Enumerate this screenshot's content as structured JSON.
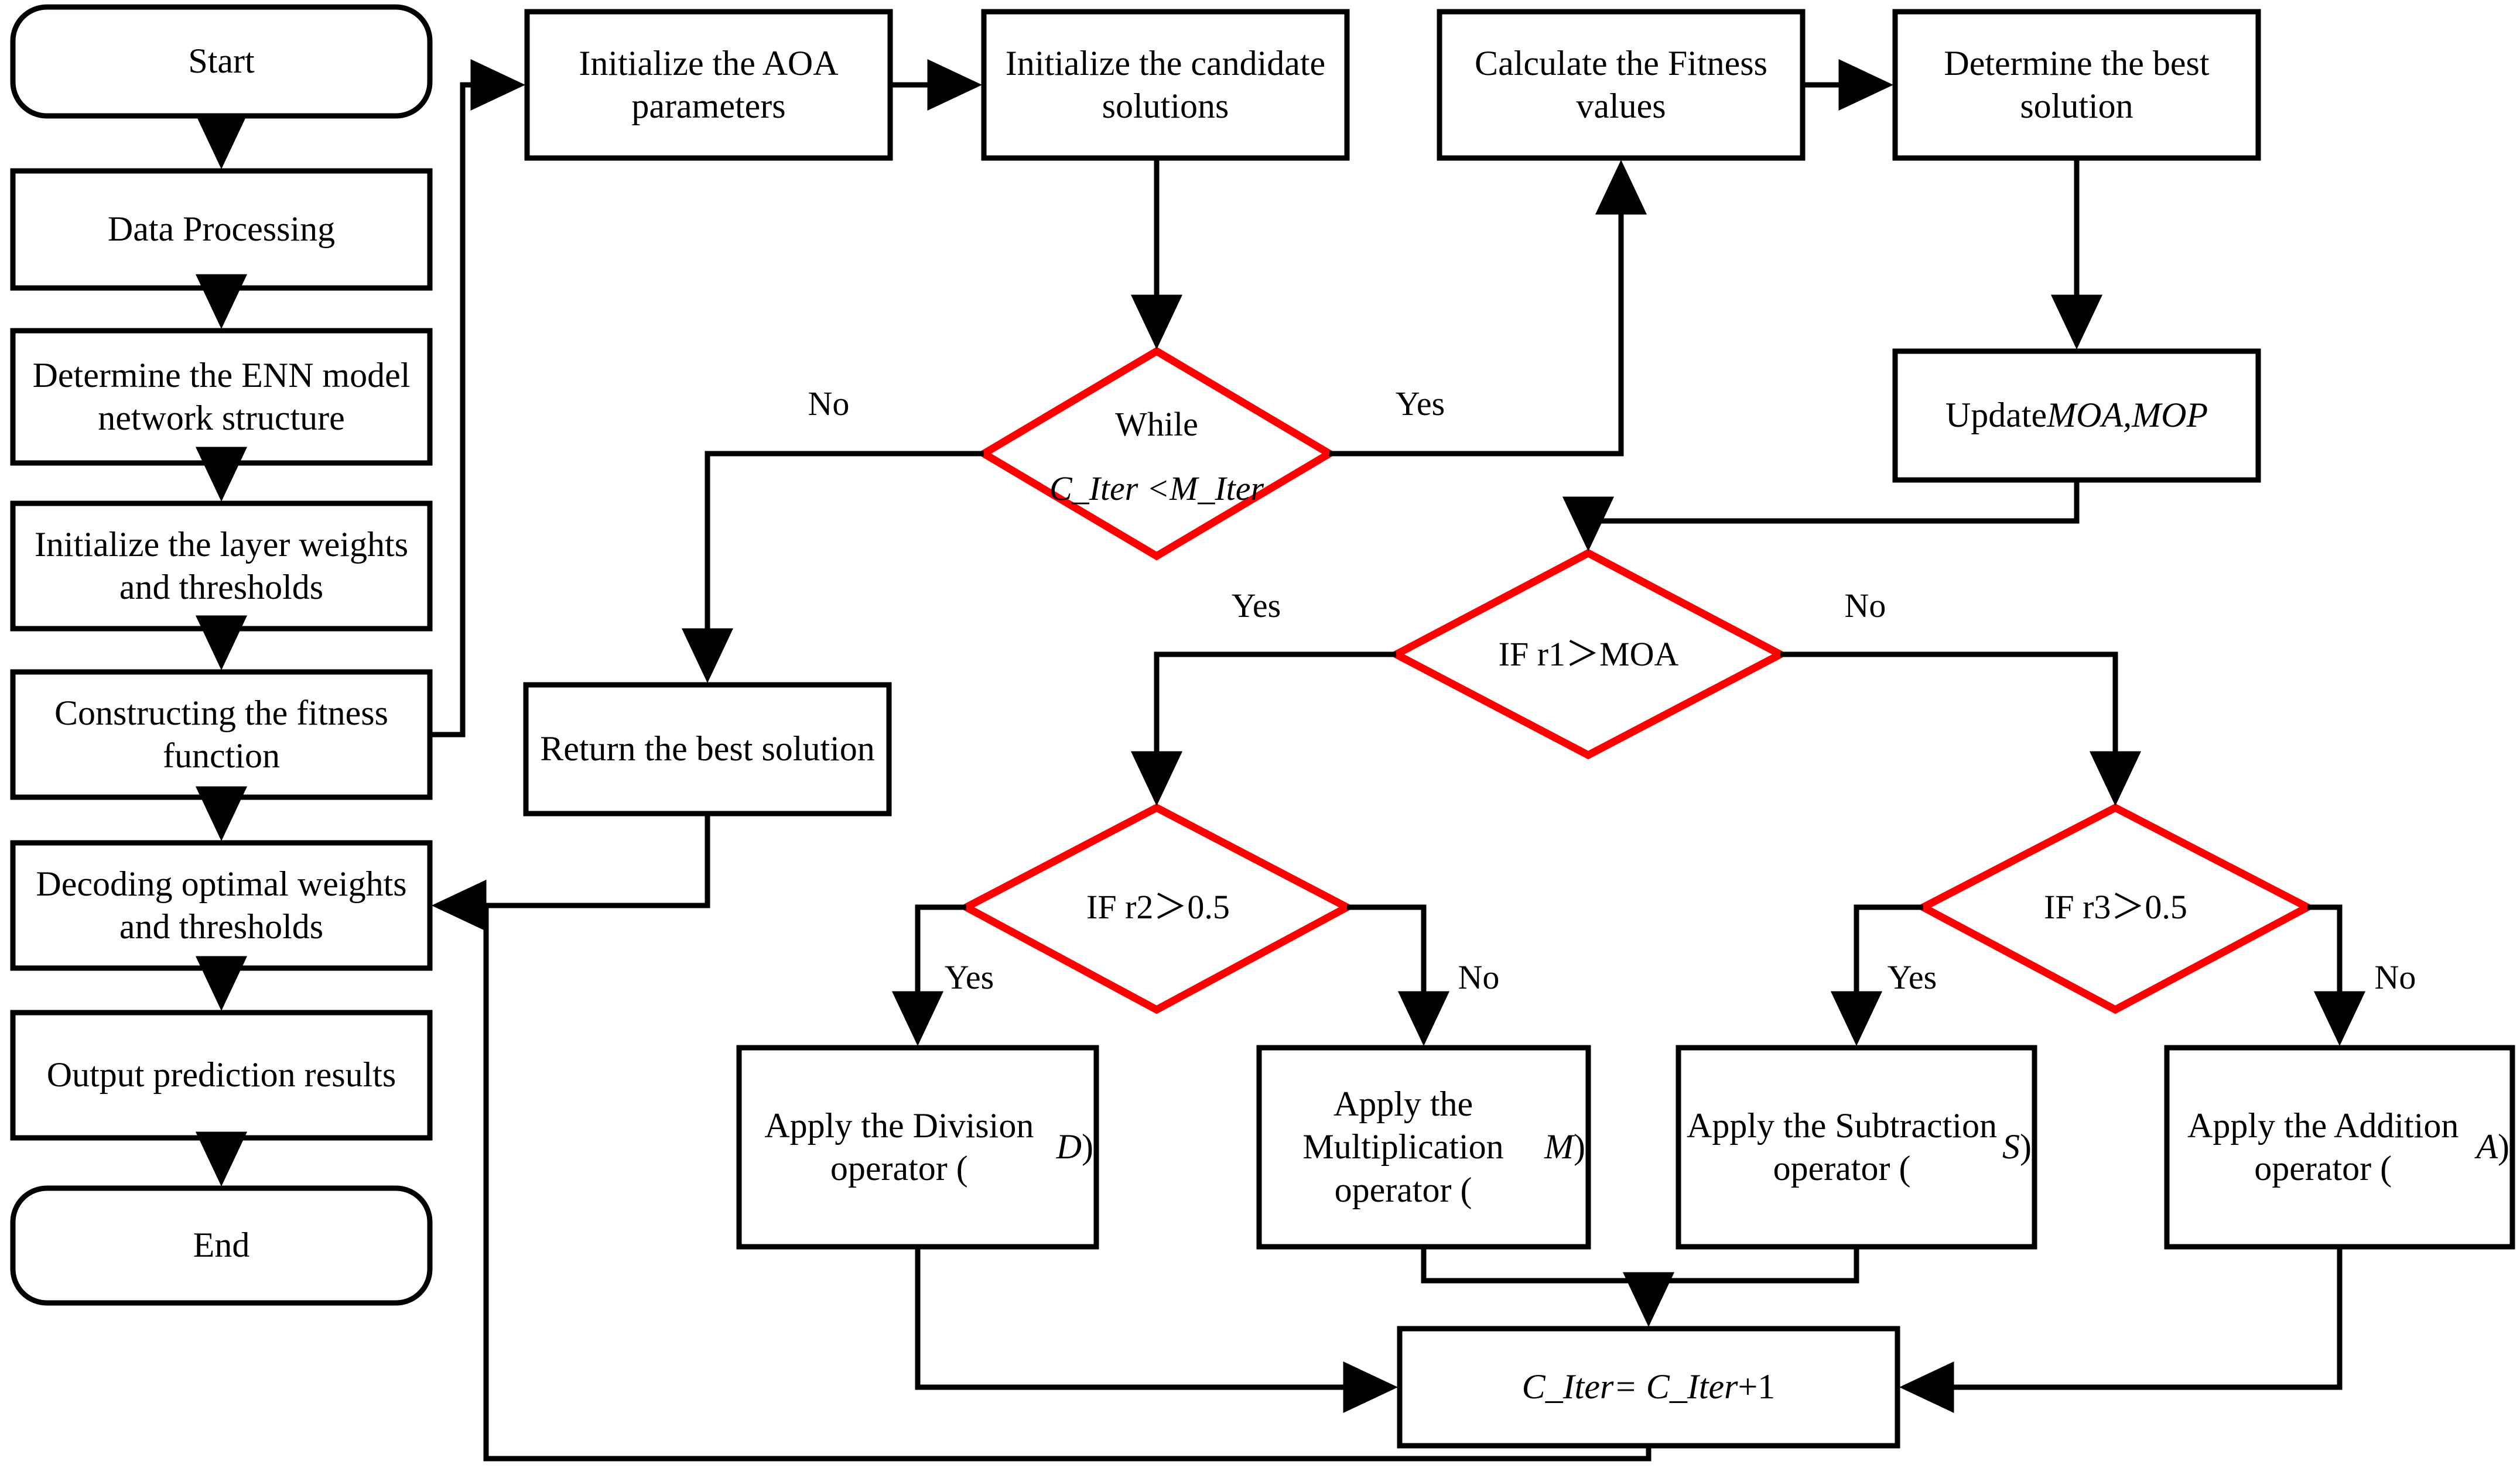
{
  "diagram": {
    "type": "flowchart",
    "title": "AOA-ENN prediction model flowchart",
    "colors": {
      "node_border": "#000000",
      "decision_border": "#ff0000",
      "edge": "#000000",
      "background": "#ffffff",
      "text": "#000000"
    },
    "nodes": [
      {
        "id": "start",
        "shape": "terminator",
        "text": "Start"
      },
      {
        "id": "data_proc",
        "shape": "process",
        "text": "Data Processing"
      },
      {
        "id": "enn_struct",
        "shape": "process",
        "text": "Determine the ENN model network structure"
      },
      {
        "id": "init_layer",
        "shape": "process",
        "text": "Initialize the layer weights and thresholds"
      },
      {
        "id": "fitness_fn",
        "shape": "process",
        "text": "Constructing the fitness function"
      },
      {
        "id": "decode",
        "shape": "process",
        "text": "Decoding optimal weights and thresholds"
      },
      {
        "id": "output",
        "shape": "process",
        "text": "Output prediction results"
      },
      {
        "id": "end",
        "shape": "terminator",
        "text": "End"
      },
      {
        "id": "init_aoa",
        "shape": "process",
        "text": "Initialize the AOA parameters"
      },
      {
        "id": "init_cand",
        "shape": "process",
        "text": "Initialize the candidate solutions"
      },
      {
        "id": "calc_fit",
        "shape": "process",
        "text": "Calculate the Fitness values"
      },
      {
        "id": "det_best",
        "shape": "process",
        "text": "Determine the best solution"
      },
      {
        "id": "update_moa",
        "shape": "process",
        "text_plain": "Update ",
        "text_italic": "MOA,MOP"
      },
      {
        "id": "while",
        "shape": "decision",
        "text_line1": "While",
        "text_line2": "C_Iter <M_Iter"
      },
      {
        "id": "ret_best",
        "shape": "process",
        "text": "Return the best solution"
      },
      {
        "id": "if_r1",
        "shape": "decision",
        "text": "IF r1＞MOA"
      },
      {
        "id": "if_r2",
        "shape": "decision",
        "text": "IF r2＞0.5"
      },
      {
        "id": "if_r3",
        "shape": "decision",
        "text": "IF r3＞0.5"
      },
      {
        "id": "op_div",
        "shape": "process",
        "text_plain": "Apply the Division operator (",
        "text_italic": "D",
        "text_tail": ")"
      },
      {
        "id": "op_mul",
        "shape": "process",
        "text_plain": "Apply the Multiplication operator (",
        "text_italic": "M",
        "text_tail": ")"
      },
      {
        "id": "op_sub",
        "shape": "process",
        "text_plain": "Apply the Subtraction operator (",
        "text_italic": "S",
        "text_tail": ")"
      },
      {
        "id": "op_add",
        "shape": "process",
        "text_plain": "Apply the Addition operator (",
        "text_italic": "A",
        "text_tail": ")"
      },
      {
        "id": "incr",
        "shape": "process",
        "text_italic": "C_Iter= C_Iter",
        "text_tail": "+1"
      }
    ],
    "edge_labels": {
      "while_no": "No",
      "while_yes": "Yes",
      "r1_yes": "Yes",
      "r1_no": "No",
      "r2_yes": "Yes",
      "r2_no": "No",
      "r3_yes": "Yes",
      "r3_no": "No"
    }
  }
}
